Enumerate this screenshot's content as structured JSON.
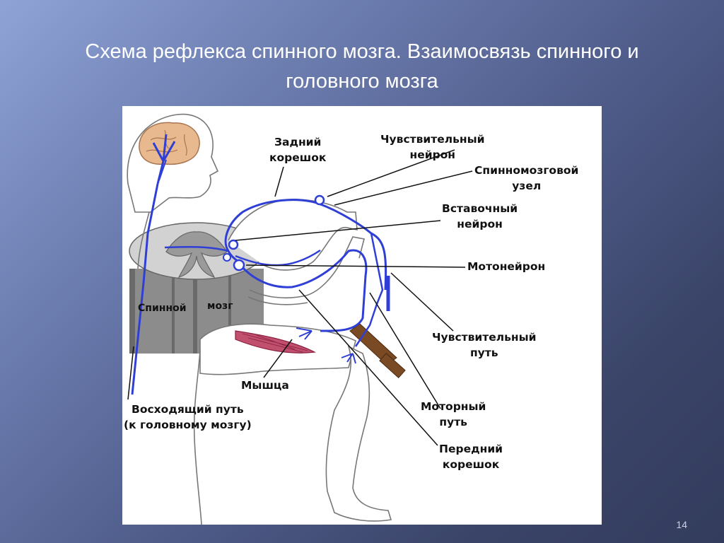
{
  "slide": {
    "title_line1": "Схема рефлекса спинного мозга. Взаимосвязь спинного и",
    "title_line2": "головного мозга",
    "page_number": "14"
  },
  "diagram": {
    "colors": {
      "nerve": "#2f3fd6",
      "cord_gray": "#8c8c8c",
      "cord_light": "#d2d2d2",
      "brain": "#e8b98e",
      "muscle": "#c0506e",
      "hammer": "#7a4a24"
    },
    "cord_labels": {
      "left": "Спинной",
      "right": "мозг"
    },
    "labels": {
      "posterior_root": {
        "line1": "Задний",
        "line2": "корешок"
      },
      "sensory_neuron": {
        "line1": "Чувствительный",
        "line2": "нейрон"
      },
      "spinal_ganglion": {
        "line1": "Спинномозговой",
        "line2": "узел"
      },
      "interneuron": {
        "line1": "Вставочный",
        "line2": "нейрон"
      },
      "motor_neuron": {
        "line1": "Мотонейрон"
      },
      "sensory_path": {
        "line1": "Чувствительный",
        "line2": "путь"
      },
      "muscle": {
        "line1": "Мышца"
      },
      "motor_path": {
        "line1": "Моторный",
        "line2": "путь"
      },
      "anterior_root": {
        "line1": "Передний",
        "line2": "корешок"
      },
      "ascending_path": {
        "line1": "Восходящий путь",
        "line2": "(к головному мозгу)"
      }
    }
  }
}
